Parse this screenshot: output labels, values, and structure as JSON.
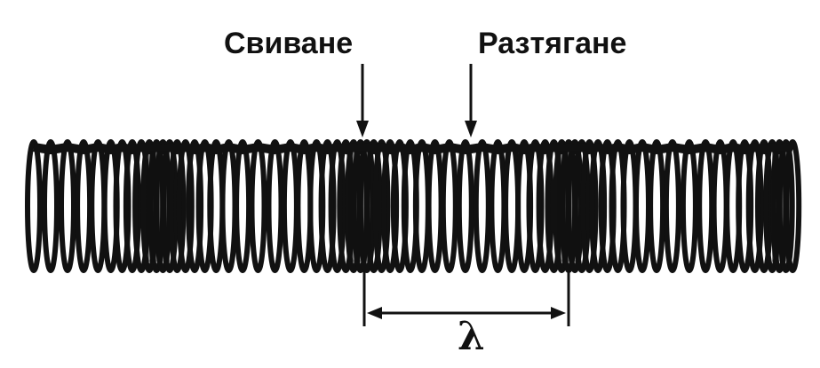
{
  "diagram": {
    "labels": {
      "compression": "Свиване",
      "rarefaction": "Разтягане",
      "wavelength": "λ"
    },
    "colors": {
      "ink": "#111111",
      "background": "#ffffff"
    },
    "spring": {
      "element": "coil-spring",
      "regions": [
        "compressed",
        "stretched",
        "compressed",
        "stretched",
        "compressed",
        "stretched",
        "compressed"
      ]
    }
  }
}
